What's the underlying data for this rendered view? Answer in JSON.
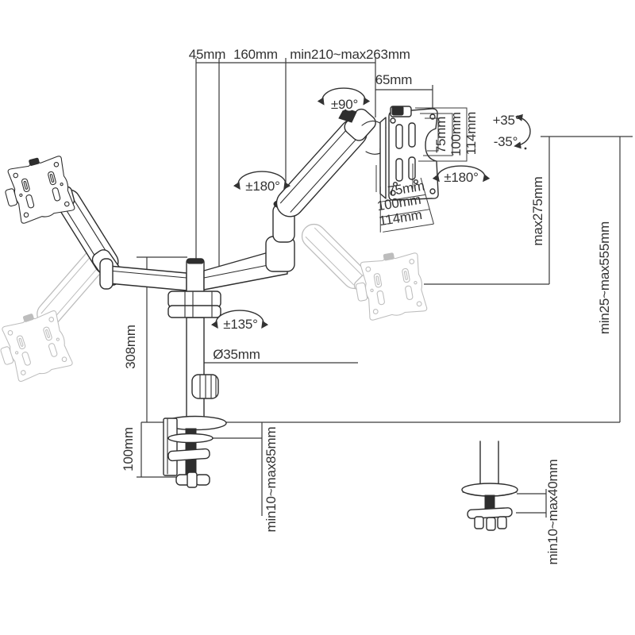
{
  "colors": {
    "line": "#2e2e2e",
    "ghost": "#bdbdbd",
    "text": "#333333",
    "background": "#ffffff"
  },
  "labels": {
    "offset_45": "45mm",
    "arm_front": "160mm",
    "arm_reach": "min210~max263mm",
    "vesa_offset": "65mm",
    "swivel_monitor": "±90°",
    "tilt_up": "+35°",
    "tilt_down": "-35°",
    "rotate_elbow": "±180°",
    "rotate_vesa": "±180°",
    "rotate_pole": "±135°",
    "vesa_v": [
      "75mm",
      "100mm",
      "114mm"
    ],
    "vesa_h": [
      "75mm",
      "100mm",
      "114mm"
    ],
    "height_max": "max275mm",
    "height_range": "min25~max555mm",
    "pole_height": "308mm",
    "pole_diameter": "Ø35mm",
    "clamp_height": "100mm",
    "desk_thickness_clamp": "min10~max85mm",
    "desk_thickness_grommet": "min10~max40mm"
  }
}
